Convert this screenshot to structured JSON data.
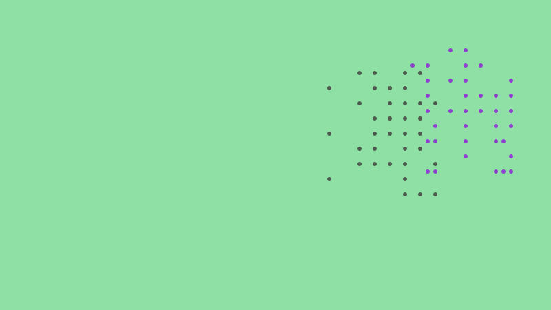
{
  "colors": {
    "background": "#8fe0a5",
    "gray_dot": "#4f5a4f",
    "purple_dot": "#8e3fcf"
  },
  "dot_sets": [
    {
      "name": "gray-dots",
      "color_key": "gray_dot",
      "cells": [
        [
          23,
          4
        ],
        [
          25,
          4
        ],
        [
          29,
          4
        ],
        [
          31,
          4
        ],
        [
          19,
          6
        ],
        [
          25,
          6
        ],
        [
          27,
          6
        ],
        [
          29,
          6
        ],
        [
          23,
          8
        ],
        [
          27,
          8
        ],
        [
          29,
          8
        ],
        [
          31,
          8
        ],
        [
          33,
          8
        ],
        [
          25,
          10
        ],
        [
          27,
          10
        ],
        [
          29,
          10
        ],
        [
          31,
          10
        ],
        [
          19,
          12
        ],
        [
          25,
          12
        ],
        [
          27,
          12
        ],
        [
          29,
          12
        ],
        [
          31,
          12
        ],
        [
          23,
          14
        ],
        [
          25,
          14
        ],
        [
          29,
          14
        ],
        [
          31,
          14
        ],
        [
          23,
          16
        ],
        [
          25,
          16
        ],
        [
          27,
          16
        ],
        [
          29,
          16
        ],
        [
          33,
          16
        ],
        [
          19,
          18
        ],
        [
          29,
          18
        ],
        [
          29,
          20
        ],
        [
          31,
          20
        ],
        [
          33,
          20
        ]
      ]
    },
    {
      "name": "purple-dots",
      "color_key": "purple_dot",
      "cells": [
        [
          35,
          1
        ],
        [
          37,
          1
        ],
        [
          30,
          3
        ],
        [
          32,
          3
        ],
        [
          37,
          3
        ],
        [
          39,
          3
        ],
        [
          32,
          5
        ],
        [
          35,
          5
        ],
        [
          37,
          5
        ],
        [
          43,
          5
        ],
        [
          32,
          7
        ],
        [
          37,
          7
        ],
        [
          39,
          7
        ],
        [
          41,
          7
        ],
        [
          43,
          7
        ],
        [
          32,
          9
        ],
        [
          35,
          9
        ],
        [
          37,
          9
        ],
        [
          39,
          9
        ],
        [
          41,
          9
        ],
        [
          43,
          9
        ],
        [
          33,
          11
        ],
        [
          37,
          11
        ],
        [
          41,
          11
        ],
        [
          43,
          11
        ],
        [
          32,
          13
        ],
        [
          33,
          13
        ],
        [
          37,
          13
        ],
        [
          41,
          13
        ],
        [
          42,
          13
        ],
        [
          37,
          15
        ],
        [
          43,
          15
        ],
        [
          32,
          17
        ],
        [
          33,
          17
        ],
        [
          41,
          17
        ],
        [
          42,
          17
        ],
        [
          43,
          17
        ]
      ]
    }
  ]
}
